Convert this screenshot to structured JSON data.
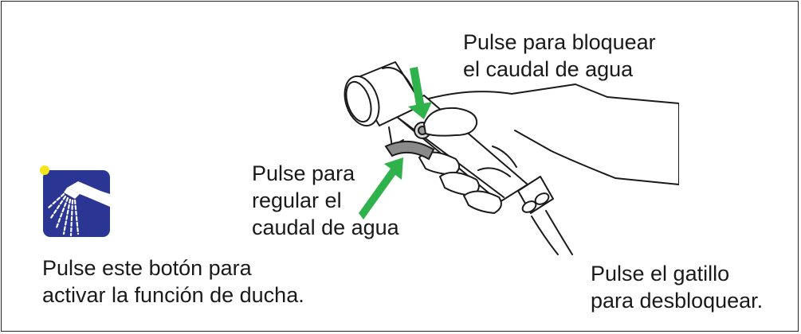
{
  "captions": {
    "lock": [
      "Pulse para bloquear",
      "el caudal de agua"
    ],
    "regulate": [
      "Pulse para",
      "regular el",
      "caudal de agua"
    ],
    "shower": [
      "Pulse este botón para",
      "activar la función de ducha."
    ],
    "trigger": [
      "Pulse el gatillo",
      "para desbloquear."
    ]
  },
  "icons": {
    "shower_button": "shower-icon",
    "indicator": "indicator-dot",
    "arrows": "arrow-icon"
  },
  "colors": {
    "button_blue": "#2b3594",
    "indicator_yellow": "#f5e61c",
    "arrow_green": "#2fb14b",
    "trigger_gray": "#8a8a8a"
  }
}
